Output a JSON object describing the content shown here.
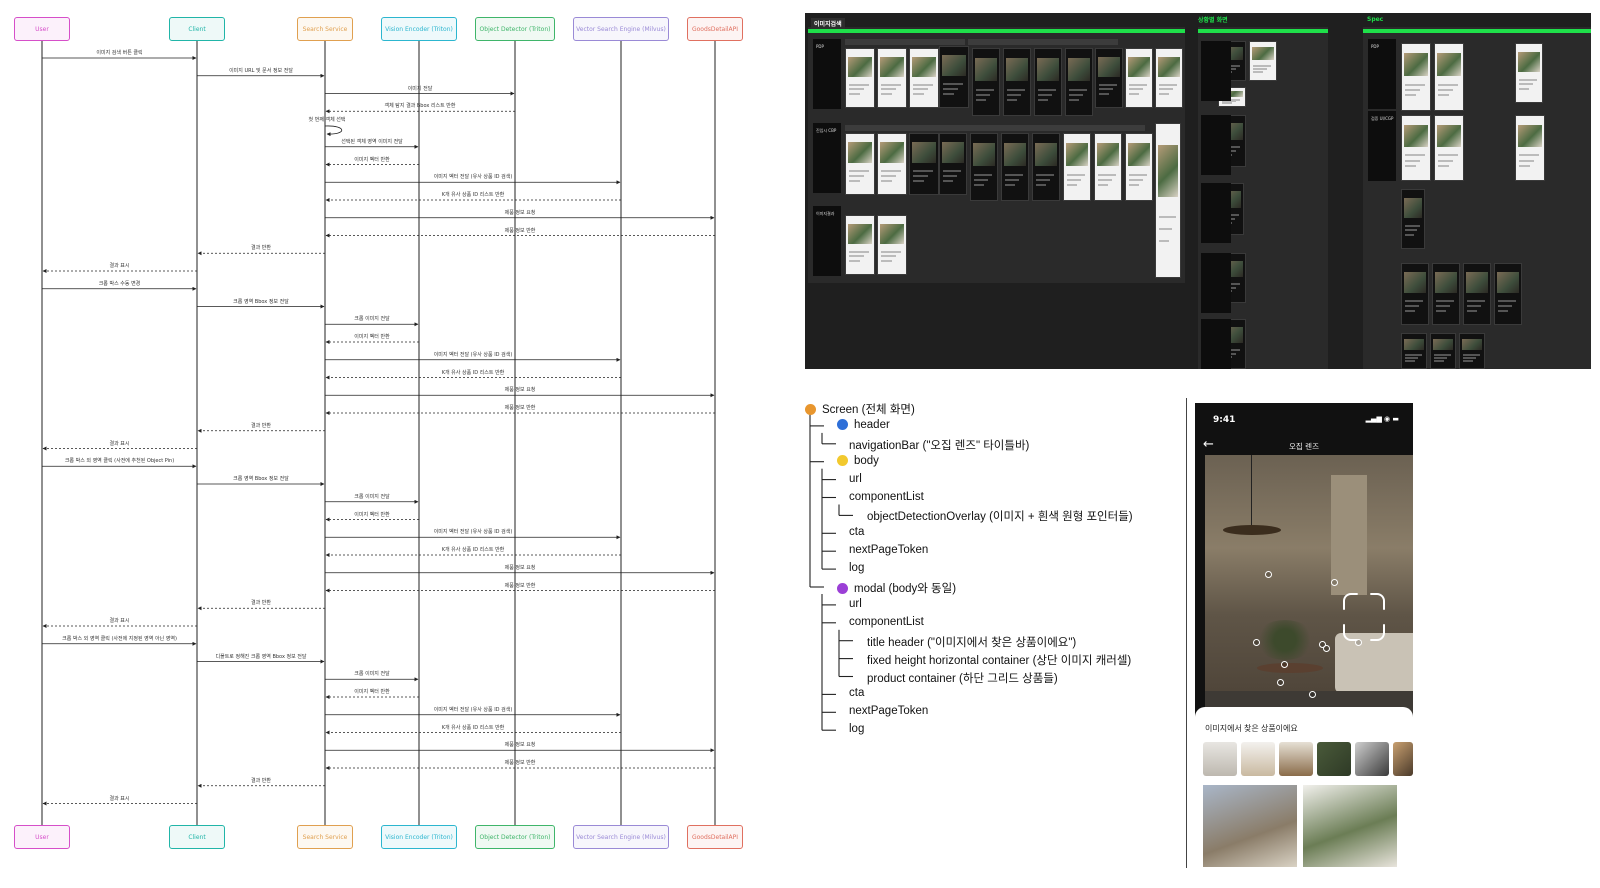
{
  "sequence": {
    "actors": [
      {
        "id": "user",
        "label": "User",
        "color": "#d64fc9"
      },
      {
        "id": "client",
        "label": "Client",
        "color": "#21b5a8"
      },
      {
        "id": "search",
        "label": "Search Service",
        "color": "#e0a050"
      },
      {
        "id": "vision",
        "label": "Vision Encoder (Triton)",
        "color": "#2cb6cf"
      },
      {
        "id": "detector",
        "label": "Object Detector (Triton)",
        "color": "#3fb56a"
      },
      {
        "id": "vector",
        "label": "Vector Search Engine (Milvus)",
        "color": "#9a8ad6"
      },
      {
        "id": "goods",
        "label": "GoodsDetailAPI",
        "color": "#e07060"
      }
    ],
    "messages": [
      {
        "from": "user",
        "to": "client",
        "label": "이미지 검색 버튼 클릭",
        "dashed": false
      },
      {
        "from": "client",
        "to": "search",
        "label": "이미지 URL 및 문서 정보 전달",
        "dashed": false
      },
      {
        "from": "search",
        "to": "detector",
        "label": "이미지 전달",
        "dashed": false
      },
      {
        "from": "detector",
        "to": "search",
        "label": "객체 탐지 결과 Bbox 리스트 반환",
        "dashed": true
      },
      {
        "from": "search",
        "to": "search",
        "label": "첫 번째 객체 선택",
        "dashed": false,
        "self": true
      },
      {
        "from": "search",
        "to": "vision",
        "label": "선택된 객체 영역 이미지 전달",
        "dashed": false
      },
      {
        "from": "vision",
        "to": "search",
        "label": "이미지 벡터 반환",
        "dashed": true
      },
      {
        "from": "search",
        "to": "vector",
        "label": "이미지 벡터 전달 (유사 상품 ID 검색)",
        "dashed": false
      },
      {
        "from": "vector",
        "to": "search",
        "label": "K개 유사 상품 ID 리스트 반환",
        "dashed": true
      },
      {
        "from": "search",
        "to": "goods",
        "label": "제품 정보 요청",
        "dashed": false
      },
      {
        "from": "goods",
        "to": "search",
        "label": "제품 정보 반환",
        "dashed": true
      },
      {
        "from": "search",
        "to": "client",
        "label": "결과 반환",
        "dashed": true
      },
      {
        "from": "client",
        "to": "user",
        "label": "결과 표시",
        "dashed": true
      },
      {
        "from": "user",
        "to": "client",
        "label": "크롭 박스 수동 변경",
        "dashed": false
      },
      {
        "from": "client",
        "to": "search",
        "label": "크롭 영역 Bbox 정보 전달",
        "dashed": false
      },
      {
        "from": "search",
        "to": "vision",
        "label": "크롭 이미지 전달",
        "dashed": false
      },
      {
        "from": "vision",
        "to": "search",
        "label": "이미지 벡터 반환",
        "dashed": true
      },
      {
        "from": "search",
        "to": "vector",
        "label": "이미지 벡터 전달 (유사 상품 ID 검색)",
        "dashed": false
      },
      {
        "from": "vector",
        "to": "search",
        "label": "K개 유사 상품 ID 리스트 반환",
        "dashed": true
      },
      {
        "from": "search",
        "to": "goods",
        "label": "제품 정보 요청",
        "dashed": false
      },
      {
        "from": "goods",
        "to": "search",
        "label": "제품 정보 반환",
        "dashed": true
      },
      {
        "from": "search",
        "to": "client",
        "label": "결과 반환",
        "dashed": true
      },
      {
        "from": "client",
        "to": "user",
        "label": "결과 표시",
        "dashed": true
      },
      {
        "from": "user",
        "to": "client",
        "label": "크롭 박스 외 영역 클릭 (사전에 추천된 Object Pin)",
        "dashed": false
      },
      {
        "from": "client",
        "to": "search",
        "label": "크롭 영역 Bbox 정보 전달",
        "dashed": false
      },
      {
        "from": "search",
        "to": "vision",
        "label": "크롭 이미지 전달",
        "dashed": false
      },
      {
        "from": "vision",
        "to": "search",
        "label": "이미지 벡터 반환",
        "dashed": true
      },
      {
        "from": "search",
        "to": "vector",
        "label": "이미지 벡터 전달 (유사 상품 ID 검색)",
        "dashed": false
      },
      {
        "from": "vector",
        "to": "search",
        "label": "K개 유사 상품 ID 리스트 반환",
        "dashed": true
      },
      {
        "from": "search",
        "to": "goods",
        "label": "제품 정보 요청",
        "dashed": false
      },
      {
        "from": "goods",
        "to": "search",
        "label": "제품 정보 반환",
        "dashed": true
      },
      {
        "from": "search",
        "to": "client",
        "label": "결과 반환",
        "dashed": true
      },
      {
        "from": "client",
        "to": "user",
        "label": "결과 표시",
        "dashed": true
      },
      {
        "from": "user",
        "to": "client",
        "label": "크롭 박스 외 영역 클릭 (사전에 지정된 영역 아닌 영역)",
        "dashed": false
      },
      {
        "from": "client",
        "to": "search",
        "label": "디폴트로 정해진 크롭 영역 Bbox 정보 전달",
        "dashed": false
      },
      {
        "from": "search",
        "to": "vision",
        "label": "크롭 이미지 전달",
        "dashed": false
      },
      {
        "from": "vision",
        "to": "search",
        "label": "이미지 벡터 반환",
        "dashed": true
      },
      {
        "from": "search",
        "to": "vector",
        "label": "이미지 벡터 전달 (유사 상품 ID 검색)",
        "dashed": false
      },
      {
        "from": "vector",
        "to": "search",
        "label": "K개 유사 상품 ID 리스트 반환",
        "dashed": true
      },
      {
        "from": "search",
        "to": "goods",
        "label": "제품 정보 요청",
        "dashed": false
      },
      {
        "from": "goods",
        "to": "search",
        "label": "제품 정보 반환",
        "dashed": true
      },
      {
        "from": "search",
        "to": "client",
        "label": "결과 반환",
        "dashed": true
      },
      {
        "from": "client",
        "to": "user",
        "label": "결과 표시",
        "dashed": true
      }
    ]
  },
  "board": {
    "sections": [
      {
        "label": "이미지검색",
        "style": "dark"
      },
      {
        "label": "상황별 화면",
        "style": "green"
      },
      {
        "label": "Spec",
        "style": "green"
      }
    ],
    "row_labels": [
      "PDP",
      "진입시 CBP",
      "이미지결과",
      "PDP",
      "검증 UI/CGP"
    ],
    "accent": "#1fe04a"
  },
  "tree": {
    "nodes": [
      {
        "text": "Screen (전체 화면)",
        "dot": "#e8962e",
        "depth": 0
      },
      {
        "text": "header",
        "dot": "#2e6fd8",
        "depth": 1
      },
      {
        "text": "navigationBar (\"오집 렌즈\" 타이틀바)",
        "dot": null,
        "depth": 2
      },
      {
        "text": "body",
        "dot": "#f2c92e",
        "depth": 1
      },
      {
        "text": "url",
        "dot": null,
        "depth": 2
      },
      {
        "text": "componentList",
        "dot": null,
        "depth": 2
      },
      {
        "text": "objectDetectionOverlay (이미지 + 흰색 원형 포인터들)",
        "dot": null,
        "depth": 3
      },
      {
        "text": "cta",
        "dot": null,
        "depth": 2
      },
      {
        "text": "nextPageToken",
        "dot": null,
        "depth": 2
      },
      {
        "text": "log",
        "dot": null,
        "depth": 2
      },
      {
        "text": "modal (body와 동일)",
        "dot": "#9b3fd6",
        "depth": 1
      },
      {
        "text": "url",
        "dot": null,
        "depth": 2
      },
      {
        "text": "componentList",
        "dot": null,
        "depth": 2
      },
      {
        "text": "title header (\"이미지에서 찾은 상품이에요\")",
        "dot": null,
        "depth": 3
      },
      {
        "text": "fixed height horizontal container (상단 이미지 캐러셀)",
        "dot": null,
        "depth": 3
      },
      {
        "text": "product container (하단 그리드 상품들)",
        "dot": null,
        "depth": 3
      },
      {
        "text": "cta",
        "dot": null,
        "depth": 2
      },
      {
        "text": "nextPageToken",
        "dot": null,
        "depth": 2
      },
      {
        "text": "log",
        "dot": null,
        "depth": 2
      }
    ]
  },
  "phone": {
    "time": "9:41",
    "status_icons": "▂▄▆ ◉ ▬",
    "back_icon": "←",
    "nav_title": "오집 렌즈",
    "sheet_title": "이미지에서 찾은 상품이에요"
  }
}
